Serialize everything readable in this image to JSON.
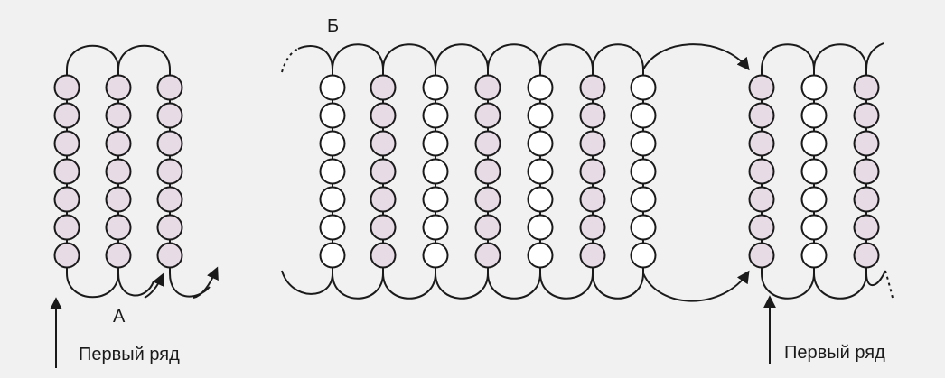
{
  "labels": {
    "a": "А",
    "b": "Б",
    "first_row_left": "Первый ряд",
    "first_row_right": "Первый ряд"
  },
  "colors": {
    "background": "#f2f1f1",
    "line": "#1a1a1a",
    "bead_shaded": "#e7dce6",
    "bead_plain": "#ffffff"
  },
  "diagram": {
    "beads_per_column": 7,
    "panel_a": {
      "columns": 3,
      "shaded": [
        true,
        true,
        true
      ]
    },
    "panel_b": {
      "columns": 10,
      "shaded": [
        false,
        true,
        false,
        true,
        false,
        true,
        false,
        true,
        false,
        true
      ]
    }
  }
}
